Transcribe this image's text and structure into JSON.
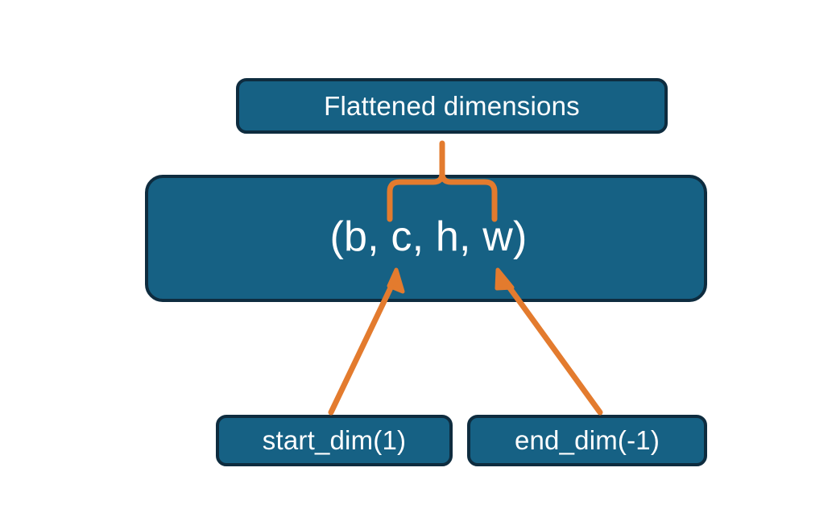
{
  "diagram": {
    "title_node": {
      "label": "Flattened dimensions"
    },
    "shape_node": {
      "label": "(b, c, h, w)"
    },
    "start_node": {
      "label": "start_dim(1)"
    },
    "end_node": {
      "label": "end_dim(-1)"
    },
    "colors": {
      "node_fill": "#166184",
      "node_border": "#0e2c3f",
      "connector": "#e37b2e",
      "node_text": "#ffffff",
      "background": "#ffffff"
    },
    "connectors": [
      {
        "name": "brace-to-flattened",
        "kind": "curly-brace",
        "from": "shape_node.c_h_w_span",
        "to": "title_node"
      },
      {
        "name": "start-dim-to-c",
        "kind": "arrow",
        "from": "start_node",
        "to": "shape_node.c"
      },
      {
        "name": "end-dim-to-w",
        "kind": "arrow",
        "from": "end_node",
        "to": "shape_node.w"
      }
    ]
  }
}
